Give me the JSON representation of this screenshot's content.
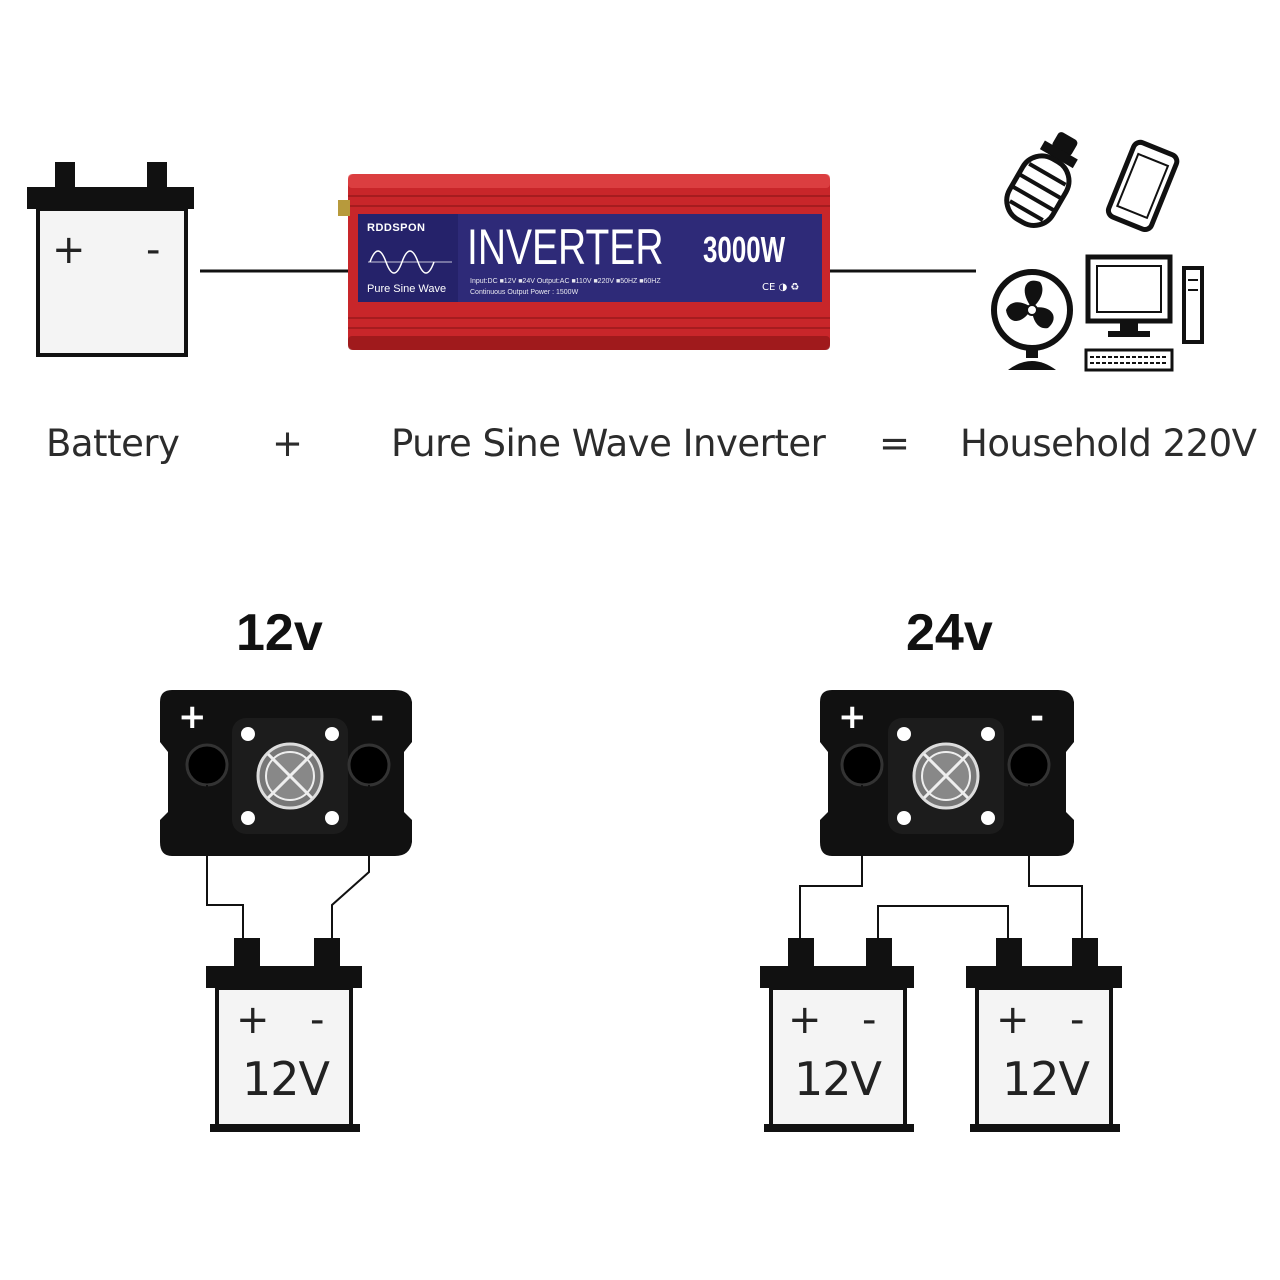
{
  "equation": {
    "battery": "Battery",
    "plus": "+",
    "inverter": "Pure Sine Wave Inverter",
    "equals": "=",
    "output": "Household 220V"
  },
  "top_battery": {
    "plus": "+",
    "minus": "-"
  },
  "inverter": {
    "brand": "RDDSPON",
    "wave_label": "Pure Sine Wave",
    "title": "INVERTER",
    "power": "3000W",
    "spec_line1": "Input:DC ■12V ■24V  Output:AC ■110V ■220V ■50HZ ■60HZ",
    "spec_line2": "Continuous Output Power : 1500W",
    "certifications": "CE ◑ ♻",
    "color": "#c8262a",
    "label_color": "#2e2a78"
  },
  "appliances": [
    "bulb-icon",
    "phone-icon",
    "fan-icon",
    "computer-icon"
  ],
  "config_12v": {
    "title": "12v",
    "terminal_plus": "+",
    "terminal_minus": "-",
    "battery": {
      "plus": "+",
      "minus": "-",
      "voltage": "12V"
    }
  },
  "config_24v": {
    "title": "24v",
    "terminal_plus": "+",
    "terminal_minus": "-",
    "batteries": [
      {
        "plus": "+",
        "minus": "-",
        "voltage": "12V"
      },
      {
        "plus": "+",
        "minus": "-",
        "voltage": "12V"
      }
    ]
  }
}
